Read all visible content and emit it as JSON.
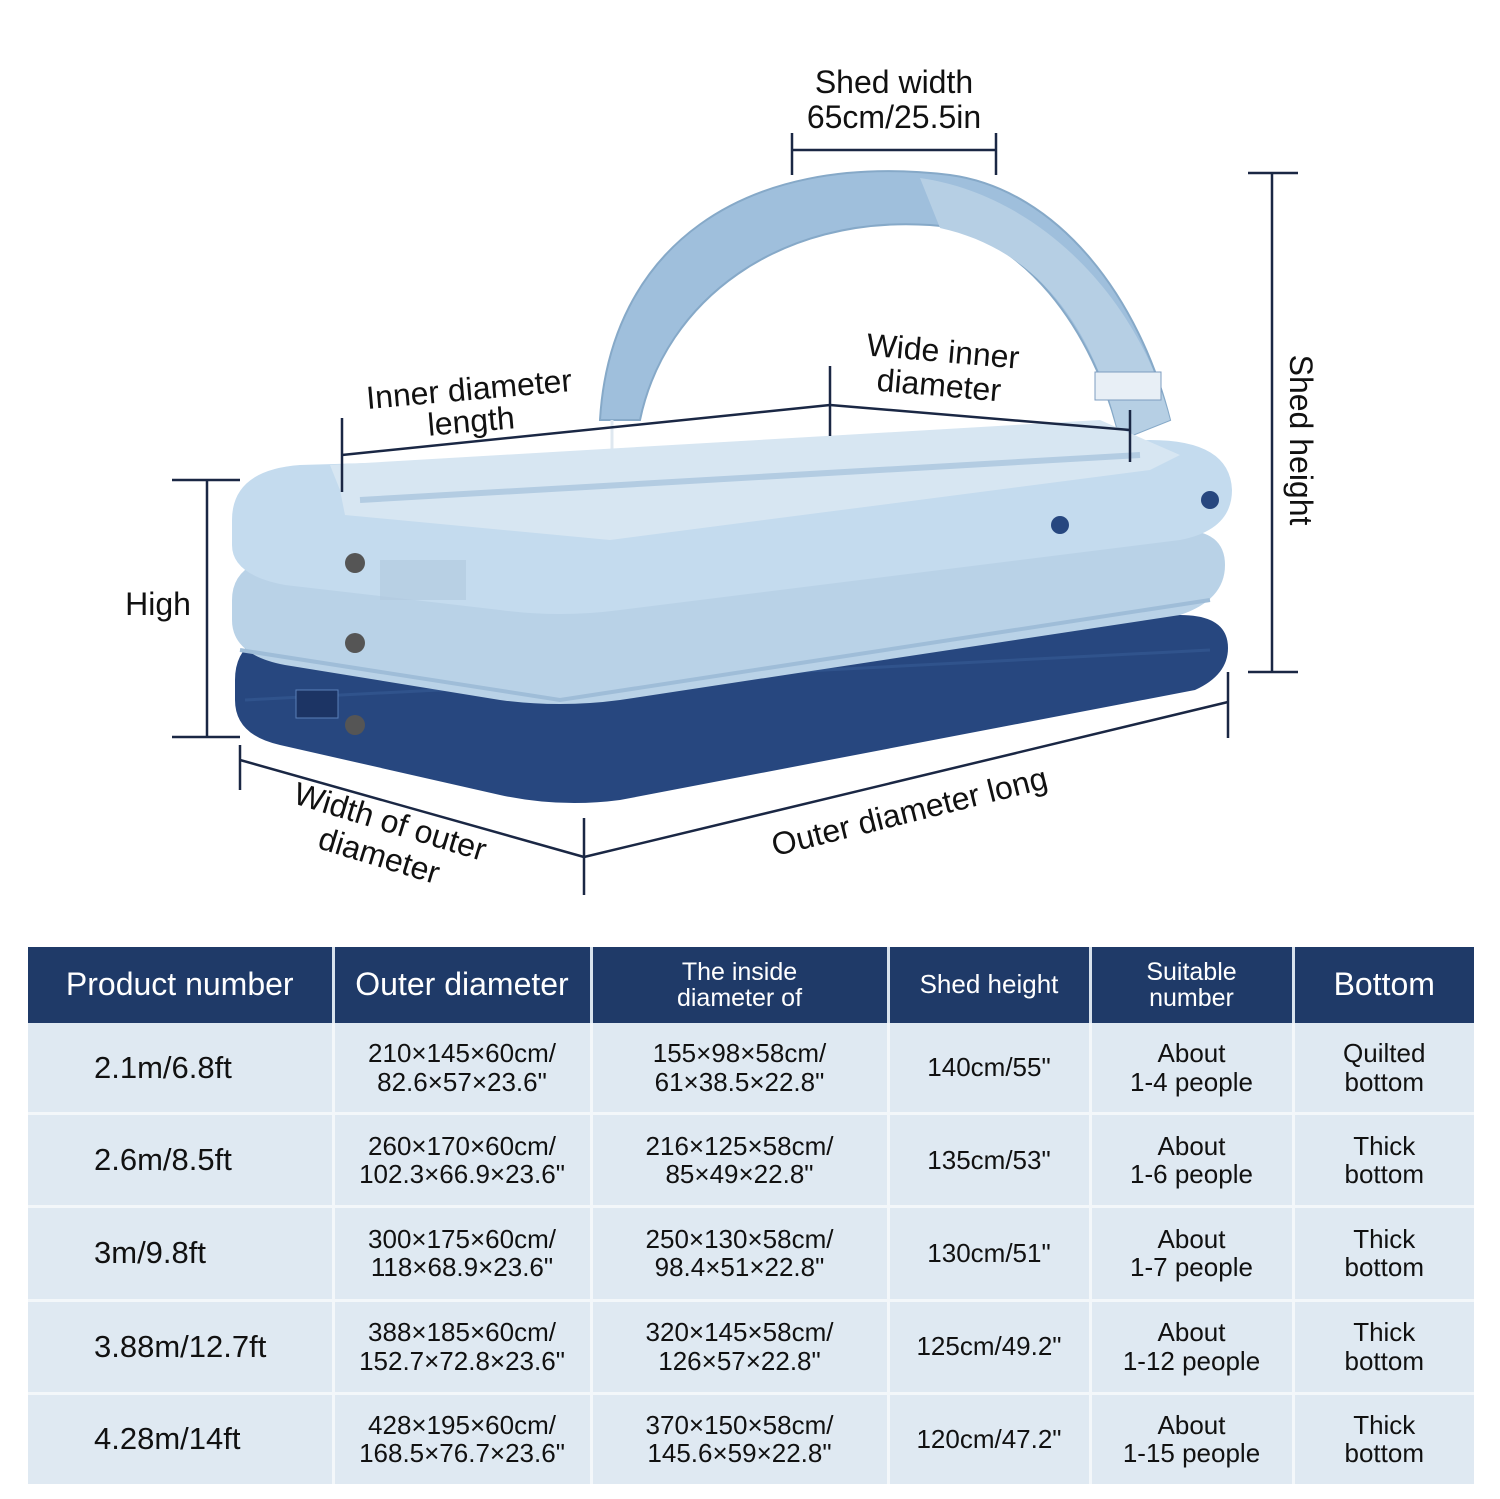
{
  "diagram": {
    "labels": {
      "shed_width_line1": "Shed width",
      "shed_width_line2": "65cm/25.5in",
      "shed_height": "Shed height",
      "inner_length_line1": "Inner diameter",
      "inner_length_line2": "length",
      "wide_inner_line1": "Wide inner",
      "wide_inner_line2": "diameter",
      "high": "High",
      "outer_width_line1": "Width of outer",
      "outer_width_line2": "diameter",
      "outer_long": "Outer diameter long"
    },
    "colors": {
      "pool_light": "#bcd4e8",
      "pool_light_shadow": "#9fbdd8",
      "pool_dark": "#27477f",
      "canopy": "#9fbfdc",
      "dimension_line": "#1a2744"
    }
  },
  "table": {
    "headers": {
      "product_number": "Product number",
      "outer_diameter": "Outer diameter",
      "inside_line1": "The inside",
      "inside_line2": "diameter of",
      "shed_height": "Shed height",
      "suitable_line1": "Suitable",
      "suitable_line2": "number",
      "bottom": "Bottom"
    },
    "rows": [
      {
        "product": "2.1m/6.8ft",
        "outer": "210×145×60cm/\n82.6×57×23.6\"",
        "inside": "155×98×58cm/\n61×38.5×22.8\"",
        "shed": "140cm/55\"",
        "suitable": "About\n1-4 people",
        "bottom": "Quilted\nbottom"
      },
      {
        "product": "2.6m/8.5ft",
        "outer": "260×170×60cm/\n102.3×66.9×23.6\"",
        "inside": "216×125×58cm/\n85×49×22.8\"",
        "shed": "135cm/53\"",
        "suitable": "About\n1-6 people",
        "bottom": "Thick\nbottom"
      },
      {
        "product": "3m/9.8ft",
        "outer": "300×175×60cm/\n118×68.9×23.6\"",
        "inside": "250×130×58cm/\n98.4×51×22.8\"",
        "shed": "130cm/51\"",
        "suitable": "About\n1-7 people",
        "bottom": "Thick\nbottom"
      },
      {
        "product": "3.88m/12.7ft",
        "outer": "388×185×60cm/\n152.7×72.8×23.6\"",
        "inside": "320×145×58cm/\n126×57×22.8\"",
        "shed": "125cm/49.2\"",
        "suitable": "About\n1-12 people",
        "bottom": "Thick\nbottom"
      },
      {
        "product": "4.28m/14ft",
        "outer": "428×195×60cm/\n168.5×76.7×23.6\"",
        "inside": "370×150×58cm/\n145.6×59×22.8\"",
        "shed": "120cm/47.2\"",
        "suitable": "About\n1-15 people",
        "bottom": "Thick\nbottom"
      }
    ],
    "colors": {
      "header_bg": "#1f3a68",
      "row_bg": "#dfe9f2"
    }
  }
}
